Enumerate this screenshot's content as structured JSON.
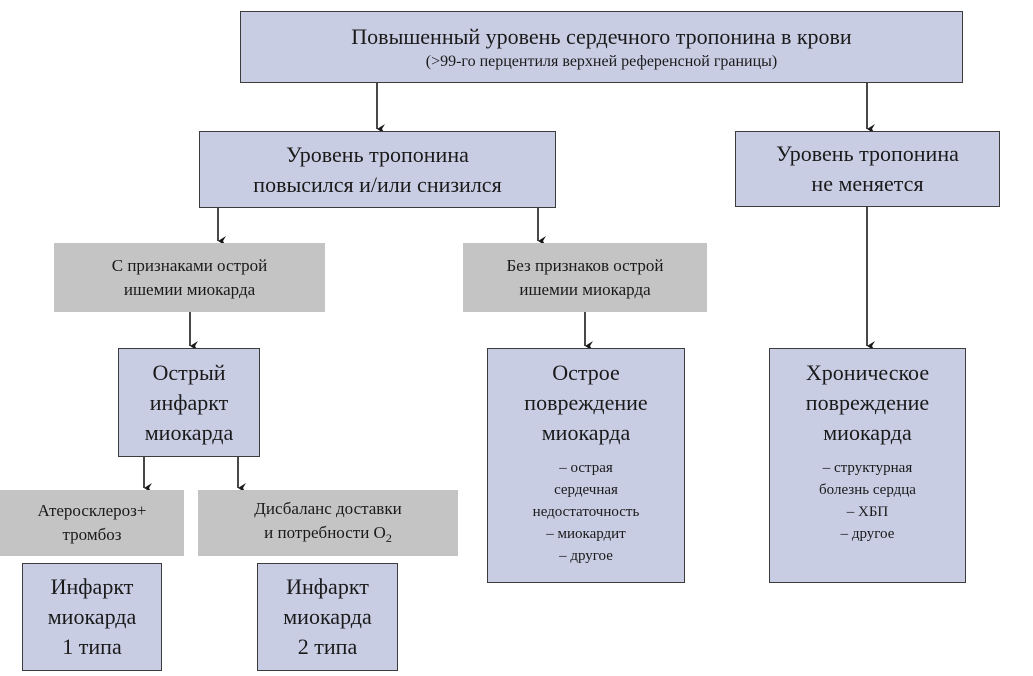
{
  "top": {
    "title": "Повышенный уровень сердечного тропонина в крови",
    "subtitle": "(>99-го перцентиля верхней референсной границы)"
  },
  "changed": {
    "line1": "Уровень тропонина",
    "line2": "повысился и/или снизился"
  },
  "unchanged": {
    "line1": "Уровень тропонина",
    "line2": "не меняется"
  },
  "with_ischemia": {
    "line1": "С признаками острой",
    "line2": "ишемии миокарда"
  },
  "without_ischemia": {
    "line1": "Без признаков острой",
    "line2": "ишемии миокарда"
  },
  "acute_mi": {
    "line1": "Острый",
    "line2": "инфаркт",
    "line3": "миокарда"
  },
  "acute_injury": {
    "line1": "Острое",
    "line2": "повреждение",
    "line3": "миокарда",
    "items": [
      "– острая",
      "сердечная",
      "недостаточность",
      "– миокардит",
      "– другое"
    ]
  },
  "chronic_injury": {
    "line1": "Хроническое",
    "line2": "повреждение",
    "line3": "миокарда",
    "items": [
      "– структурная",
      "болезнь сердца",
      "– ХБП",
      "– другое"
    ]
  },
  "athero": {
    "line1": "Атеросклероз+",
    "line2": "тромбоз"
  },
  "imbalance": {
    "line1": "Дисбаланс доставки",
    "line2_prefix": "и потребности O",
    "line2_sub": "2"
  },
  "mi_type1": {
    "line1": "Инфаркт",
    "line2": "миокарда",
    "line3": "1 типа"
  },
  "mi_type2": {
    "line1": "Инфаркт",
    "line2": "миокарда",
    "line3": "2 типа"
  },
  "colors": {
    "box_blue": "#c9cde4",
    "box_gray": "#c4c4c4",
    "border": "#3c3c3c",
    "arrow": "#1a1a1a"
  }
}
